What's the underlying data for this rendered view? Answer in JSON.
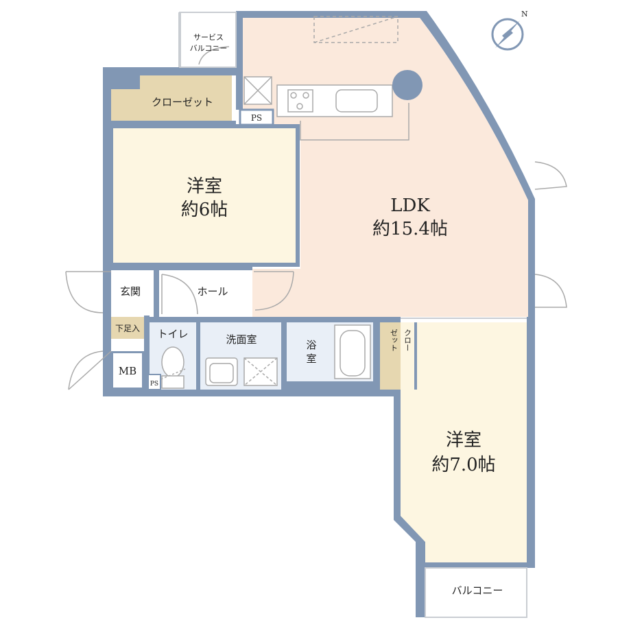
{
  "rooms": {
    "ldk": {
      "name": "LDK",
      "size": "約15.4帖"
    },
    "western1": {
      "name": "洋室",
      "size": "約6帖"
    },
    "western2": {
      "name": "洋室",
      "size": "約7.0帖"
    },
    "closet1": "クローゼット",
    "closet2_top": "クロー",
    "closet2_bottom": "ゼット",
    "service_balcony_1": "サービス",
    "service_balcony_2": "バルコニー",
    "balcony": "バルコニー",
    "entrance": "玄関",
    "shoe_cabinet": "下足入",
    "hall": "ホール",
    "toilet": "トイレ",
    "washroom": "洗面室",
    "bathroom_1": "浴",
    "bathroom_2": "室",
    "mb": "MB",
    "ps_top": "PS",
    "ps_toilet": "PS"
  },
  "compass": {
    "north": "N"
  },
  "colors": {
    "wall": "#8197b4",
    "ldk": "#fbe9dc",
    "western": "#fdf6e1",
    "closet": "#e6d7b0",
    "wet": "#e9eff7",
    "white": "#ffffff",
    "line": "#9aa0a6"
  }
}
